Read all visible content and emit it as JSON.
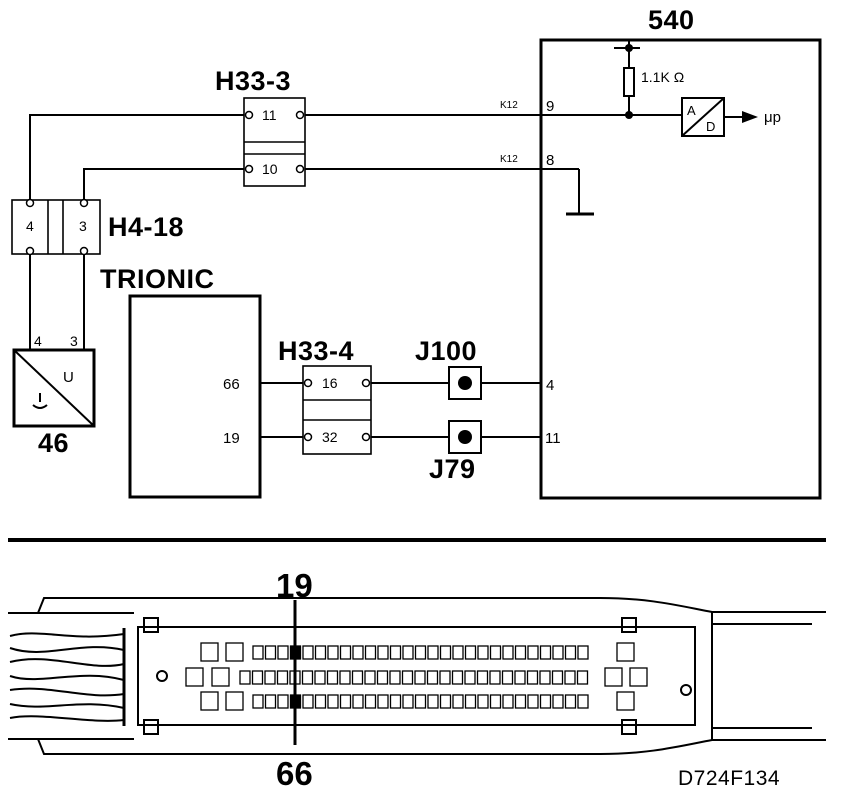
{
  "ecu": {
    "label": "540",
    "resistor": "1.1K Ω",
    "ad_top": "A",
    "ad_bottom": "D",
    "mp": "μp",
    "pins": [
      "9",
      "8",
      "4",
      "11"
    ]
  },
  "h33_3": {
    "label": "H33-3",
    "pins": [
      "11",
      "10"
    ]
  },
  "h4_18": {
    "label": "H4-18",
    "pins": [
      "4",
      "3"
    ]
  },
  "trionic": {
    "label": "TRIONIC",
    "pins": [
      "66",
      "19"
    ]
  },
  "h33_4": {
    "label": "H33-4",
    "pins": [
      "16",
      "32"
    ]
  },
  "j100": {
    "label": "J100"
  },
  "j79": {
    "label": "J79"
  },
  "sensor46": {
    "label": "46",
    "pins": [
      "4",
      "3"
    ],
    "symbol": "U"
  },
  "wire_codes": [
    "K12",
    "K12"
  ],
  "connector_view": {
    "top_label": "19",
    "bottom_label": "66"
  },
  "figure_code": "D724F134"
}
